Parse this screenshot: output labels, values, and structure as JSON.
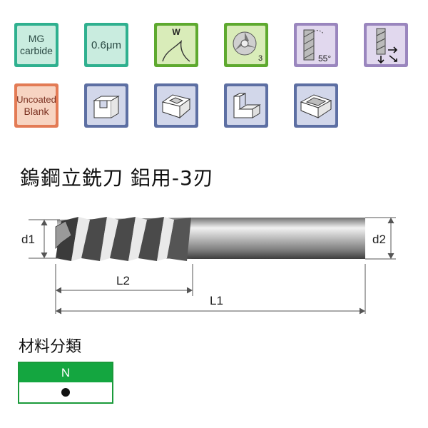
{
  "icons": {
    "mg_carbide": [
      "MG",
      "carbide"
    ],
    "coating": "0.6μm",
    "helix_label": "W",
    "flute_count": "3",
    "angle": "55°",
    "uncoated": [
      "Uncoated",
      "Blank"
    ]
  },
  "title": "鎢鋼立銑刀 鋁用-3刃",
  "dimensions": {
    "d1": "d1",
    "d2": "d2",
    "L1": "L1",
    "L2": "L2"
  },
  "materials": {
    "title": "材料分類",
    "column": "N"
  },
  "colors": {
    "teal": "#2fb08f",
    "green": "#5ea92f",
    "purple": "#9a86be",
    "orange": "#e37b55",
    "blue": "#5d6fa3",
    "table_green": "#14a640"
  }
}
